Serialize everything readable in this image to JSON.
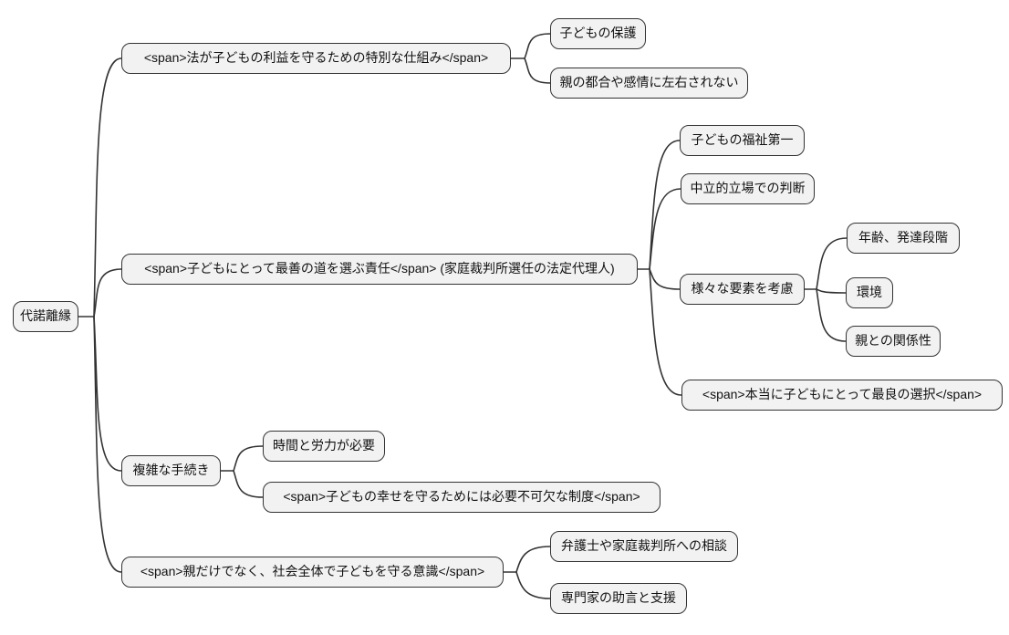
{
  "diagram": {
    "type": "mindmap",
    "colors": {
      "node_fill": "#f2f2f2",
      "node_border": "#333333",
      "edge": "#333333",
      "text": "#111111",
      "background": "#ffffff"
    },
    "root": {
      "label": "代諾離縁"
    },
    "branches": [
      {
        "label": "<span>法が子どもの利益を守るための特別な仕組み</span>",
        "children": [
          {
            "label": "子どもの保護"
          },
          {
            "label": "親の都合や感情に左右されない"
          }
        ]
      },
      {
        "label": "<span>子どもにとって最善の道を選ぶ責任</span> (家庭裁判所選任の法定代理人)",
        "children": [
          {
            "label": "子どもの福祉第一"
          },
          {
            "label": "中立的立場での判断"
          },
          {
            "label": "様々な要素を考慮",
            "children": [
              {
                "label": "年齢、発達段階"
              },
              {
                "label": "環境"
              },
              {
                "label": "親との関係性"
              }
            ]
          },
          {
            "label": "<span>本当に子どもにとって最良の選択</span>"
          }
        ]
      },
      {
        "label": "複雑な手続き",
        "children": [
          {
            "label": "時間と労力が必要"
          },
          {
            "label": "<span>子どもの幸せを守るためには必要不可欠な制度</span>"
          }
        ]
      },
      {
        "label": "<span>親だけでなく、社会全体で子どもを守る意識</span>",
        "children": [
          {
            "label": "弁護士や家庭裁判所への相談"
          },
          {
            "label": "専門家の助言と支援"
          }
        ]
      }
    ]
  }
}
